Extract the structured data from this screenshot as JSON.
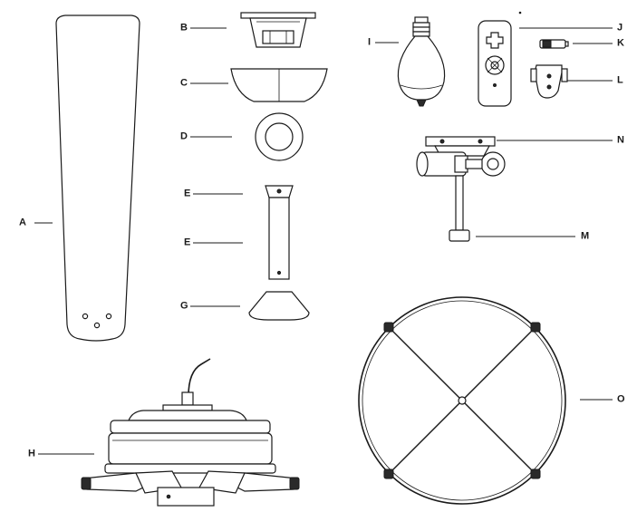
{
  "diagram": {
    "labels": {
      "A": "A",
      "B": "B",
      "C": "C",
      "D": "D",
      "E1": "E",
      "E2": "E",
      "G": "G",
      "H": "H",
      "I": "I",
      "J": "J",
      "K": "K",
      "L": "L",
      "M": "M",
      "N": "N",
      "O": "O"
    }
  }
}
